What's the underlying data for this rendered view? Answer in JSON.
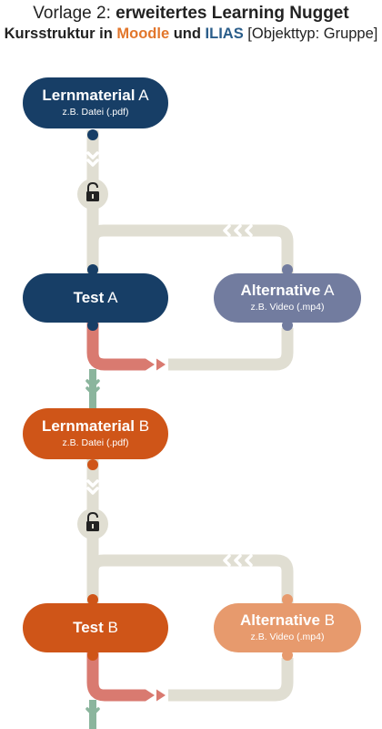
{
  "header": {
    "line1_prefix": "Vorlage 2: ",
    "line1_bold": "erweitertes Learning Nugget",
    "line2_a": "Kursstruktur in ",
    "line2_moodle": "Moodle",
    "line2_und": " und ",
    "line2_ilias": "ILIAS",
    "line2_bracket": " [Objekttyp: Gruppe]"
  },
  "nodes": {
    "lernmaterial_a": {
      "bold": "Lernmaterial",
      "suffix": " A",
      "sub": "z.B. Datei (.pdf)"
    },
    "test_a": {
      "bold": "Test",
      "suffix": " A"
    },
    "alternative_a": {
      "bold": "Alternative",
      "suffix": " A",
      "sub": "z.B. Video (.mp4)"
    },
    "lernmaterial_b": {
      "bold": "Lernmaterial",
      "suffix": " B",
      "sub": "z.B. Datei (.pdf)"
    },
    "test_b": {
      "bold": "Test",
      "suffix": " B"
    },
    "alternative_b": {
      "bold": "Alternative",
      "suffix": " B",
      "sub": "z.B. Video (.mp4)"
    }
  },
  "colors": {
    "navy": "#173e66",
    "slate": "#727c9f",
    "rust": "#cf5518",
    "peach": "#e79a6d",
    "path": "#e0ded2",
    "fail": "#d97a70",
    "pass": "#8bb59d",
    "moodle": "#e2762b",
    "ilias": "#2a5d8a"
  }
}
